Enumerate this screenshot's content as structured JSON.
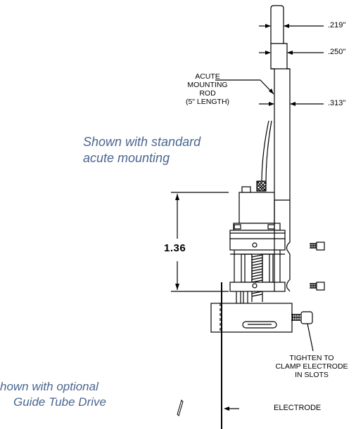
{
  "dimensions": {
    "d1": ".219\"",
    "d2": ".250\"",
    "d3": ".313\"",
    "height": "1.36"
  },
  "labels": {
    "rod": [
      "ACUTE",
      "MOUNTING",
      "ROD",
      "(5\" LENGTH)"
    ],
    "tighten": [
      "TIGHTEN TO",
      "CLAMP ELECTRODE",
      "IN SLOTS"
    ],
    "electrode": "ELECTRODE"
  },
  "captions": {
    "standard": [
      "Shown with standard",
      "acute mounting"
    ],
    "optional": [
      "hown with optional",
      "Guide Tube Drive"
    ]
  }
}
